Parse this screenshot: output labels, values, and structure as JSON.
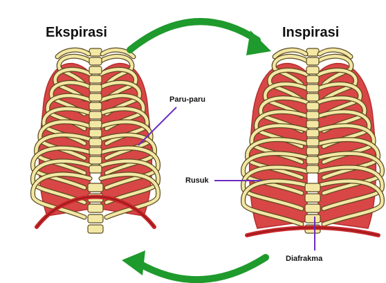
{
  "titles": {
    "left": "Ekspirasi",
    "right": "Inspirasi"
  },
  "labels": {
    "lungs": "Paru-paru",
    "ribs": "Rusuk",
    "diaphragm": "Diafrakma"
  },
  "colors": {
    "arrow": "#1f9a2c",
    "lung": "#d84646",
    "lung_dark": "#b52f31",
    "bone": "#f3e7a4",
    "bone_outline": "#5a4a20",
    "diaphragm": "#c8262a",
    "pointer_line": "#6a2cc0"
  },
  "icons": {
    "cycle_arrow_top": "arrow-right",
    "cycle_arrow_bottom": "arrow-left"
  }
}
